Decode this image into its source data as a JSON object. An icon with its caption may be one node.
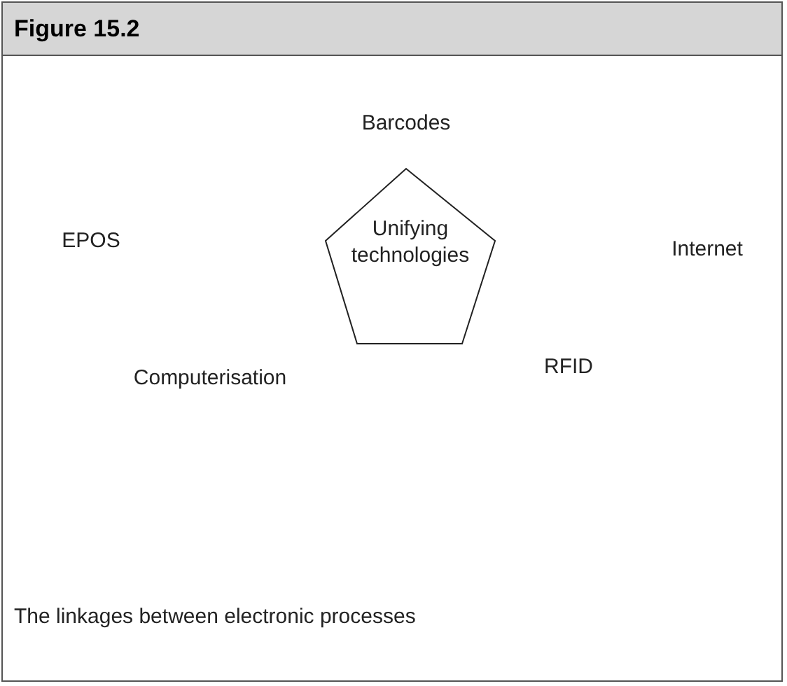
{
  "diagram": {
    "title": "Figure 15.2",
    "nodes": [
      {
        "text": [
          "Unifying technologies"
        ]
      }
    ],
    "labels": [
      "Barcodes",
      "EPOS",
      "Internet",
      "Computerisation",
      "RFID"
    ],
    "caption": "The linkages between electronic processes"
  }
}
